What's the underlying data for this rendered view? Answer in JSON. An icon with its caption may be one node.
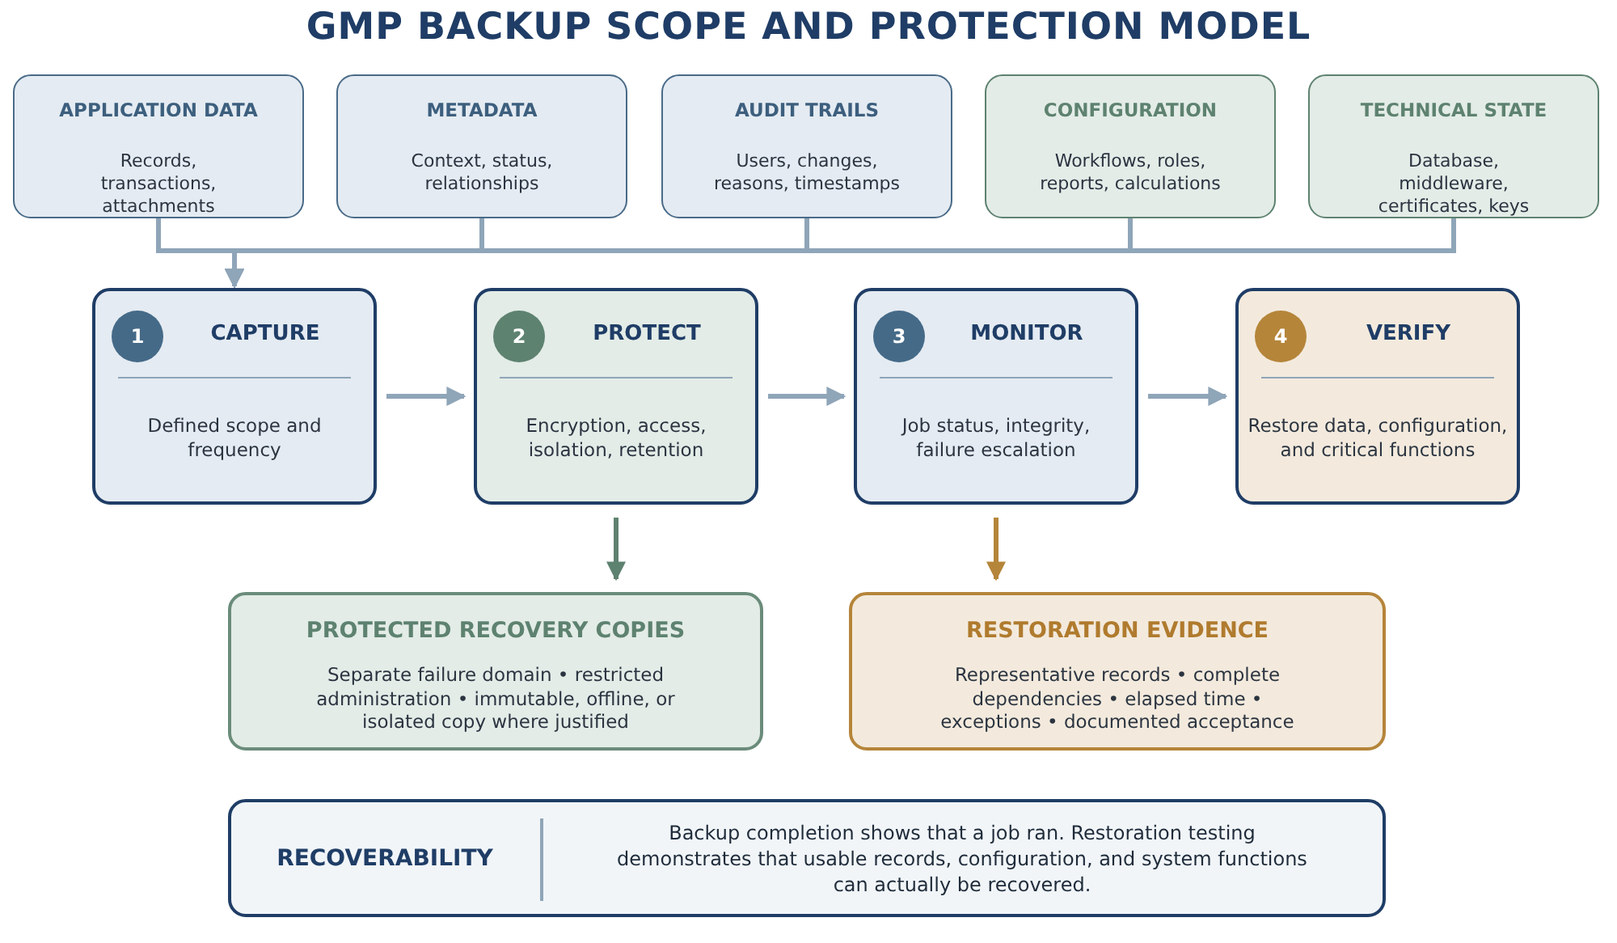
{
  "diagram": {
    "title": "GMP BACKUP SCOPE AND PROTECTION MODEL",
    "nodes": [
      {
        "text": [
          "APPLICATION DATA",
          "Records, transactions, attachments"
        ]
      },
      {
        "text": [
          "METADATA",
          "Context, status, relationships"
        ]
      },
      {
        "text": [
          "AUDIT TRAILS",
          "Users, changes, reasons, timestamps"
        ]
      },
      {
        "text": [
          "CONFIGURATION",
          "Workflows, roles, reports, calculations"
        ]
      },
      {
        "text": [
          "TECHNICAL STATE",
          "Database, middleware, certificates, keys"
        ]
      },
      {
        "text": [
          "CAPTURE",
          "Defined scope and frequency"
        ]
      },
      {
        "text": [
          "1"
        ],
        "in": 5
      },
      {
        "text": [
          "PROTECT",
          "Encryption, access, isolation, retention"
        ]
      },
      {
        "text": [
          "2"
        ],
        "in": 7
      },
      {
        "text": [
          "MONITOR",
          "Job status, integrity, failure escalation"
        ]
      },
      {
        "text": [
          "3"
        ],
        "in": 9
      },
      {
        "text": [
          "VERIFY",
          "Restore data, configuration, and critical functions"
        ]
      },
      {
        "text": [
          "4"
        ],
        "in": 11
      },
      {
        "text": [
          "PROTECTED RECOVERY COPIES",
          "Separate failure domain • restricted administration • immutable, offline, or isolated copy where justified"
        ]
      },
      {
        "text": [
          "RESTORATION EVIDENCE",
          "Representative records • complete dependencies • elapsed time • exceptions • documented acceptance"
        ]
      },
      {
        "text": [
          "RECOVERABILITY",
          "Backup completion shows that a job ran. Restoration testing demonstrates that usable records, configuration, and system functions can actually be recovered."
        ]
      }
    ],
    "edges": [
      {
        "from": 0,
        "to": 5,
        "arrow": "to"
      },
      {
        "from": 1,
        "to": 5,
        "arrow": "to"
      },
      {
        "from": 2,
        "to": 5,
        "arrow": "to"
      },
      {
        "from": 3,
        "to": 5,
        "arrow": "to"
      },
      {
        "from": 4,
        "to": 5,
        "arrow": "to"
      },
      {
        "from": 5,
        "to": 7,
        "arrow": "to"
      },
      {
        "from": 7,
        "to": 9,
        "arrow": "to"
      },
      {
        "from": 9,
        "to": 11,
        "arrow": "to"
      },
      {
        "from": 7,
        "to": 13,
        "arrow": "to",
        "color": "#5e8270"
      },
      {
        "from": 9,
        "to": 14,
        "arrow": "to",
        "color": "#b5853a"
      }
    ]
  }
}
